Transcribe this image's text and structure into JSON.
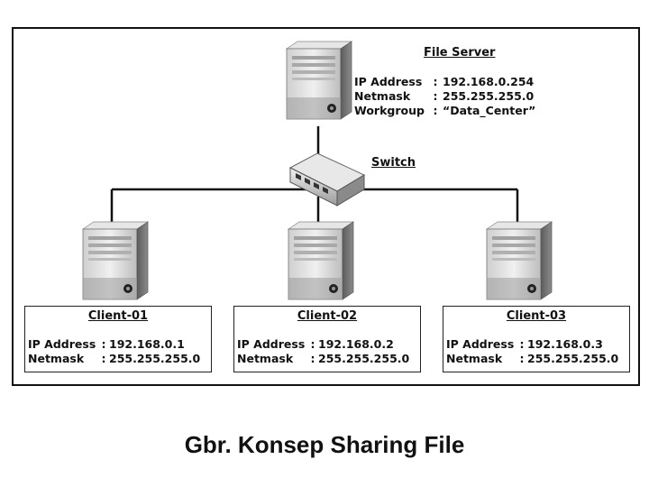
{
  "file_server": {
    "title": "File Server",
    "ip_label": "IP Address",
    "ip_value": "192.168.0.254",
    "netmask_label": "Netmask",
    "netmask_value": "255.255.255.0",
    "workgroup_label": "Workgroup",
    "workgroup_value": "“Data_Center”",
    "separator": ":"
  },
  "switch": {
    "label": "Switch"
  },
  "clients": [
    {
      "title": "Client-01",
      "ip_label": "IP Address",
      "ip_value": "192.168.0.1",
      "netmask_label": "Netmask",
      "netmask_value": "255.255.255.0",
      "separator": ":"
    },
    {
      "title": "Client-02",
      "ip_label": "IP Address",
      "ip_value": "192.168.0.2",
      "netmask_label": "Netmask",
      "netmask_value": "255.255.255.0",
      "separator": ":"
    },
    {
      "title": "Client-03",
      "ip_label": "IP Address",
      "ip_value": "192.168.0.3",
      "netmask_label": "Netmask",
      "netmask_value": "255.255.255.0",
      "separator": ":"
    }
  ],
  "caption": "Gbr. Konsep Sharing File",
  "colors": {
    "line": "#111111",
    "case_light": "#d9d9d9",
    "case_dark": "#7a7a7a"
  }
}
